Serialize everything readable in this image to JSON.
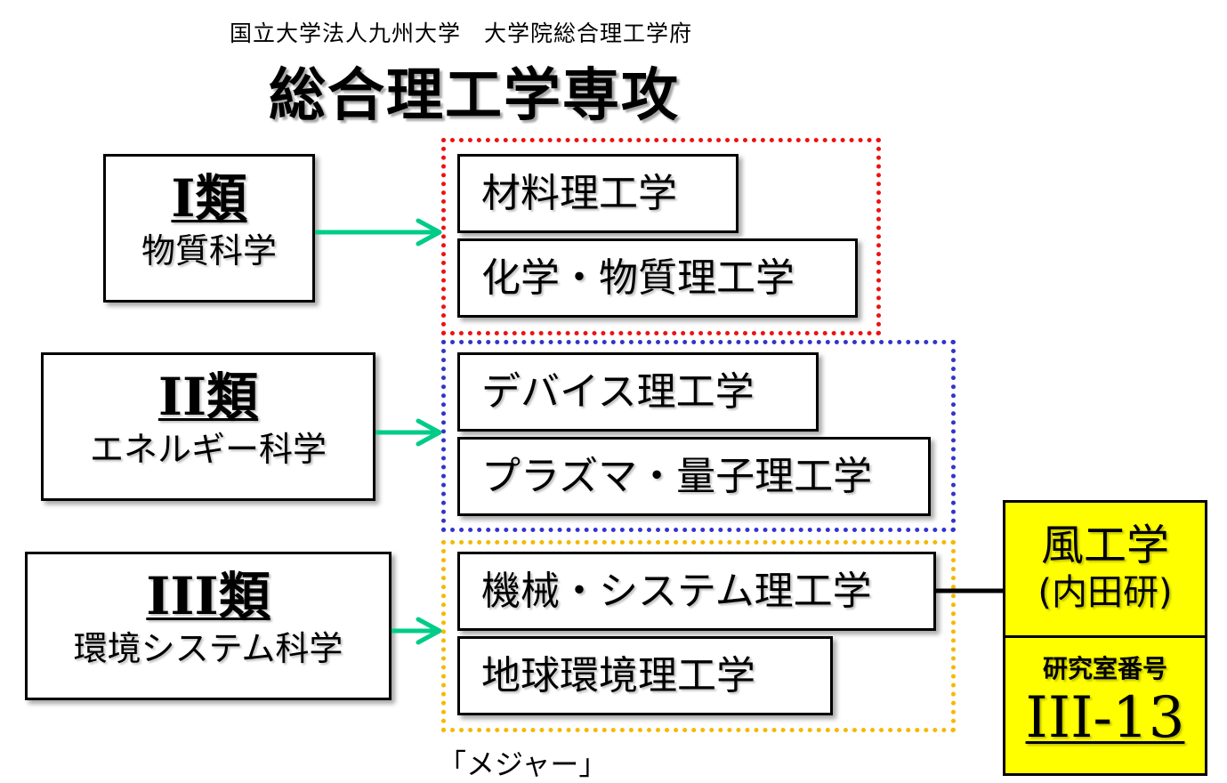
{
  "header": {
    "subtitle": "国立大学法人九州大学　大学院総合理工学府",
    "title": "総合理工学専攻"
  },
  "categories": [
    {
      "label": "I類",
      "name": "物質科学"
    },
    {
      "label": "II類",
      "name": "エネルギー科学"
    },
    {
      "label": "III類",
      "name": "環境システム科学"
    }
  ],
  "groups": [
    {
      "color": "#ee1111",
      "majors": [
        "材料理工学",
        "化学・物質理工学"
      ]
    },
    {
      "color": "#3333cc",
      "majors": [
        "デバイス理工学",
        "プラズマ・量子理工学"
      ]
    },
    {
      "color": "#f5b800",
      "majors": [
        "機械・システム理工学",
        "地球環境理工学"
      ]
    }
  ],
  "lab": {
    "name": "風工学",
    "members": "(内田研)",
    "room_label": "研究室番号",
    "room_number": "III-13",
    "fill_color": "#ffff00"
  },
  "caption": "「メジャー」",
  "arrow_color": "#00cc88"
}
